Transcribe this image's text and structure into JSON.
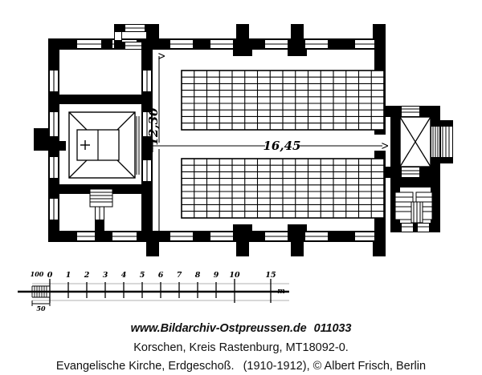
{
  "page": {
    "title": "Evangelische Kirche Korschen - Erdgeschoss Grundriss",
    "background_color": "#ffffff",
    "ink_color": "#000000"
  },
  "floor_plan": {
    "name": "ground-floor-plan",
    "dimensions": {
      "vertical_label": "12,30",
      "horizontal_label": "16,45",
      "unit": "m"
    },
    "rooms": [
      {
        "name": "tower-base",
        "marker": "+",
        "position": "left"
      },
      {
        "name": "nave",
        "position": "center"
      },
      {
        "name": "chancel",
        "position": "right"
      },
      {
        "name": "north-porch",
        "position": "top-left"
      },
      {
        "name": "vestry-room-west",
        "position": "bottom-left"
      },
      {
        "name": "vestry-room-east",
        "position": "bottom-left"
      },
      {
        "name": "sacristy",
        "position": "bottom-right"
      }
    ],
    "seating": {
      "upper_block": {
        "columns": 16,
        "rows": 9
      },
      "lower_block": {
        "columns": 16,
        "rows": 9
      }
    },
    "buttresses": {
      "north_count": 3,
      "south_count": 3
    }
  },
  "scale_bar": {
    "name": "metric-scale-bar",
    "unit_label": "m",
    "sub_label_left": "100",
    "sub_label_below": "50",
    "ticks": [
      "0",
      "1",
      "2",
      "3",
      "4",
      "5",
      "6",
      "7",
      "8",
      "9",
      "10",
      "15"
    ],
    "tick_values": [
      0,
      1,
      2,
      3,
      4,
      5,
      6,
      7,
      8,
      9,
      10,
      15
    ]
  },
  "caption": {
    "archive": "www.Bildarchiv-Ostpreussen.de",
    "image_id": "011033",
    "location": "Korschen, Kreis Rastenburg, MT18092-0.",
    "building": "Evangelische Kirche, Erdgeschoß.",
    "credit": "(1910-1912), © Albert Frisch, Berlin"
  }
}
